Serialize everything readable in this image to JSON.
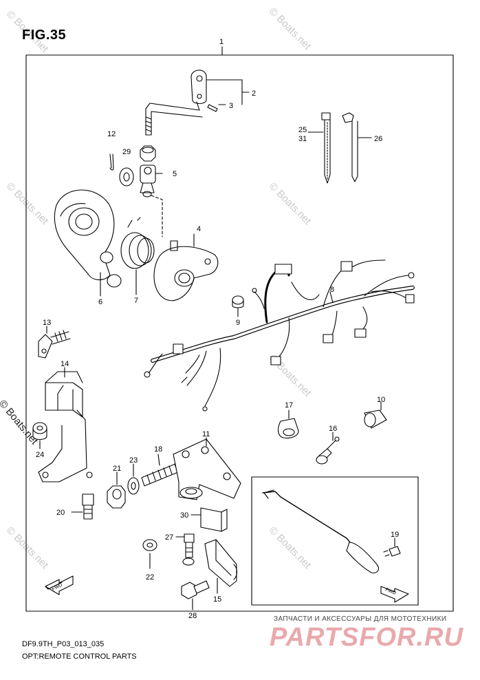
{
  "figure": {
    "title": "FIG.35"
  },
  "caption": {
    "code": "DF9.9TH_P03_013_035",
    "title": "OPT:REMOTE CONTROL PARTS"
  },
  "callouts": {
    "n1": "1",
    "n2": "2",
    "n3": "3",
    "n4": "4",
    "n5": "5",
    "n6": "6",
    "n7": "7",
    "n8": "8",
    "n9": "9",
    "n10": "10",
    "n11": "11",
    "n12": "12",
    "n13": "13",
    "n14": "14",
    "n15": "15",
    "n16": "16",
    "n17": "17",
    "n18": "18",
    "n19": "19",
    "n20": "20",
    "n21": "21",
    "n22": "22",
    "n23": "23",
    "n24": "24",
    "n25": "25",
    "n26": "26",
    "n27": "27",
    "n28": "28",
    "n29": "29",
    "n30": "30",
    "n31": "31"
  },
  "watermark": {
    "text": "© Boats.net",
    "copyright_text": "© Boats.net"
  },
  "brand": {
    "subtitle": "ЗАПЧАСТИ И АКСЕССУАРЫ ДЛЯ МОТОТЕХНИКИ",
    "name": "PARTSFOR.RU"
  },
  "fwd_label": "FWD"
}
